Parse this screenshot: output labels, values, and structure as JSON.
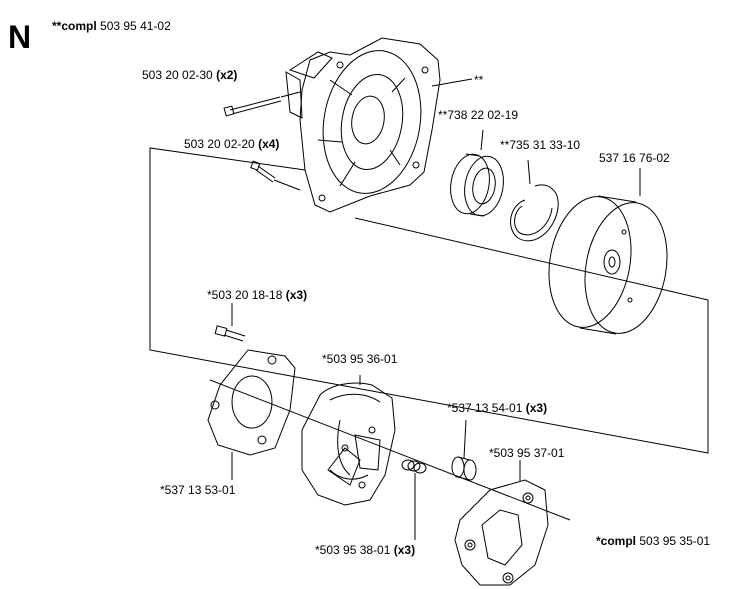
{
  "section_letter": "N",
  "header": {
    "prefix": "**compl",
    "part": "503 95 41-02"
  },
  "labels": {
    "screw_x2": {
      "part": "503 20 02-30",
      "qty": "(x2)"
    },
    "screw_x4": {
      "part": "503 20 02-20",
      "qty": "(x4)"
    },
    "housing": {
      "text": "**"
    },
    "bearing": {
      "text": "**738 22 02-19"
    },
    "circlip": {
      "text": "**735 31 33-10"
    },
    "drum": {
      "text": "537 16 76-02"
    },
    "bolt_x3": {
      "part": "*503 20 18-18",
      "qty": "(x3)"
    },
    "shoe": {
      "text": "*503 95 36-01"
    },
    "bushing": {
      "part": "*537 13 54-01",
      "qty": "(x3)"
    },
    "hub": {
      "text": "*503 95 37-01"
    },
    "plate": {
      "text": "*537 13 53-01"
    },
    "spring": {
      "part": "*503 95 38-01",
      "qty": "(x3)"
    },
    "clutch_assy": {
      "prefix": "*compl",
      "part": "503 95 35-01"
    }
  }
}
